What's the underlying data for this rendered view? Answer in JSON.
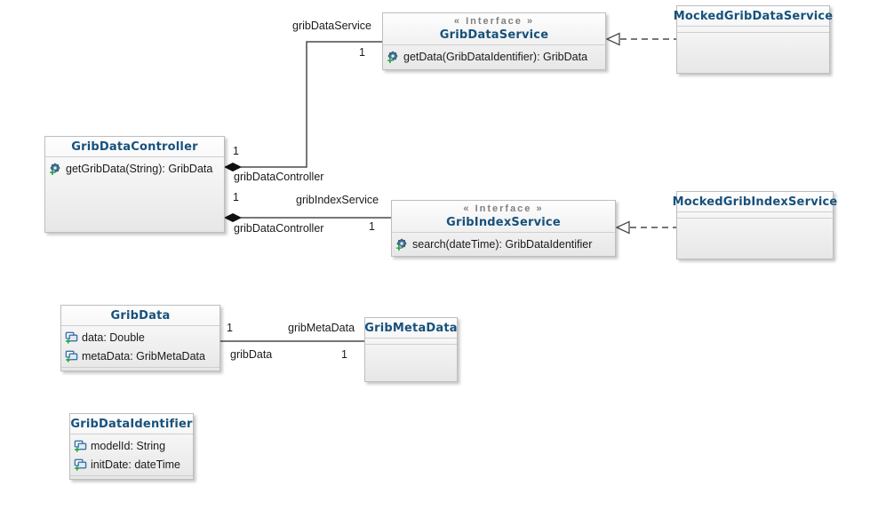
{
  "colors": {
    "title_color": "#17517c",
    "text_color": "#1a1a1a",
    "stereotype_color": "#808080",
    "line_color": "#4a4a4a",
    "icon_blue": "#3a72a8",
    "gear_teal": "#41718f",
    "plus_green": "#2aa14a"
  },
  "classes": {
    "grib_data_service": {
      "stereotype": "« Interface »",
      "name": "GribDataService",
      "methods": [
        "getData(GribDataIdentifier): GribData"
      ]
    },
    "mocked_grib_data_service": {
      "name": "MockedGribDataService"
    },
    "grib_data_controller": {
      "name": "GribDataController",
      "methods": [
        "getGribData(String): GribData"
      ]
    },
    "grib_index_service": {
      "stereotype": "« Interface »",
      "name": "GribIndexService",
      "methods": [
        "search(dateTime): GribDataIdentifier"
      ]
    },
    "mocked_grib_index_service": {
      "name": "MockedGribIndexService"
    },
    "grib_data": {
      "name": "GribData",
      "attributes": [
        "data: Double",
        "metaData: GribMetaData"
      ]
    },
    "grib_meta_data": {
      "name": "GribMetaData"
    },
    "grib_data_identifier": {
      "name": "GribDataIdentifier",
      "attributes": [
        "modelId: String",
        "initDate: dateTime"
      ]
    }
  },
  "connectors": {
    "controller_to_data_service": {
      "type": "composition",
      "role": "gribDataService",
      "target_mult": "1",
      "source_mult": "1",
      "source_role": "gribDataController"
    },
    "controller_to_index_service": {
      "type": "composition",
      "role": "gribIndexService",
      "target_mult": "1",
      "source_mult": "1",
      "source_role": "gribDataController"
    },
    "mocked_data_service_realization": {
      "type": "realization"
    },
    "mocked_index_service_realization": {
      "type": "realization"
    },
    "data_to_meta": {
      "type": "association",
      "source_mult": "1",
      "source_role": "gribData",
      "target_role": "gribMetaData",
      "target_mult": "1"
    }
  }
}
